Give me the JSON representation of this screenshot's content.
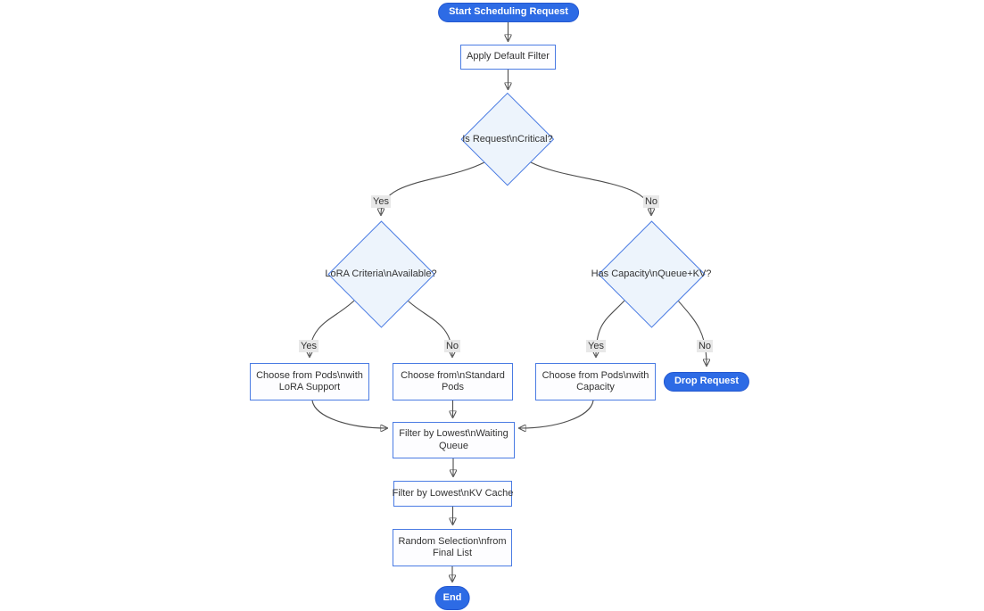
{
  "flowchart": {
    "nodes": {
      "start": "Start Scheduling Request",
      "apply_filter": "Apply Default Filter",
      "is_critical": "Is Request\\nCritical?",
      "lora_available": "LoRA Criteria\\nAvailable?",
      "has_capacity": "Has Capacity\\nQueue+KV?",
      "choose_lora_pods": "Choose from Pods\\nwith LoRA Support",
      "choose_standard_pods": "Choose from\\nStandard Pods",
      "choose_capacity_pods": "Choose from Pods\\nwith Capacity",
      "drop_request": "Drop Request",
      "filter_waiting_queue": "Filter by Lowest\\nWaiting Queue",
      "filter_kv_cache": "Filter by Lowest\\nKV Cache",
      "random_selection": "Random Selection\\nfrom Final List",
      "end": "End"
    },
    "edge_labels": {
      "critical_yes": "Yes",
      "critical_no": "No",
      "lora_yes": "Yes",
      "lora_no": "No",
      "capacity_yes": "Yes",
      "capacity_no": "No"
    },
    "colors": {
      "pill_fill": "#2D6BE5",
      "pill_text": "#FFFFFF",
      "node_border": "#4A7BE3",
      "rect_fill": "#FDFDFF",
      "diamond_fill": "#EDF4FC",
      "node_text": "#333333",
      "edge_line": "#4C4C4C",
      "arrowhead": "#333333",
      "edge_label_bg": "#E8E8E8",
      "background": "#FFFFFF"
    }
  }
}
